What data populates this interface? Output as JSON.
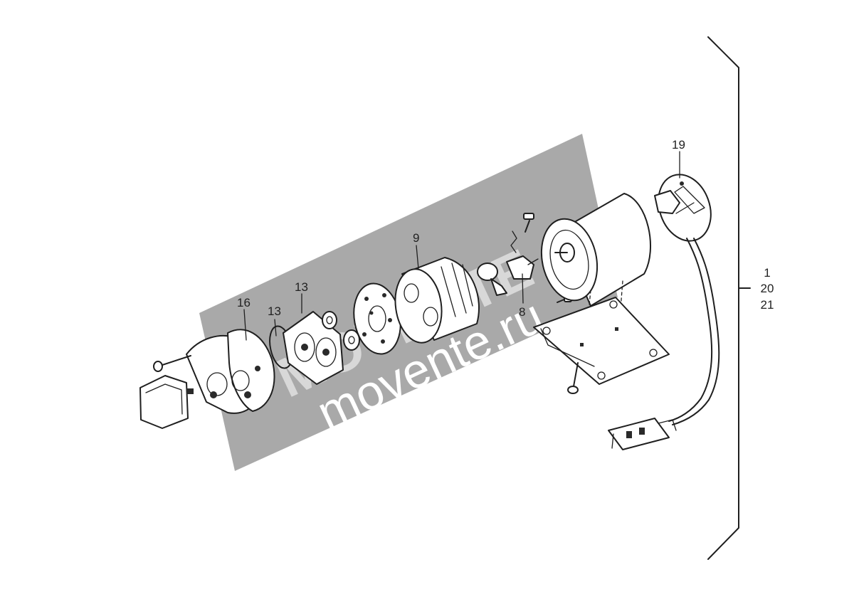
{
  "diagram": {
    "part_labels": {
      "p16": "16",
      "p13a": "13",
      "p13b": "13",
      "p9": "9",
      "p8": "8",
      "p19": "19"
    },
    "group_labels": [
      "1",
      "20",
      "21"
    ]
  },
  "watermark": {
    "text": "movente.ru",
    "logo_text": "MOVENTE"
  },
  "colors": {
    "line": "#1f1f1f",
    "watermark": "#9a9a9a",
    "background": "#ffffff"
  }
}
